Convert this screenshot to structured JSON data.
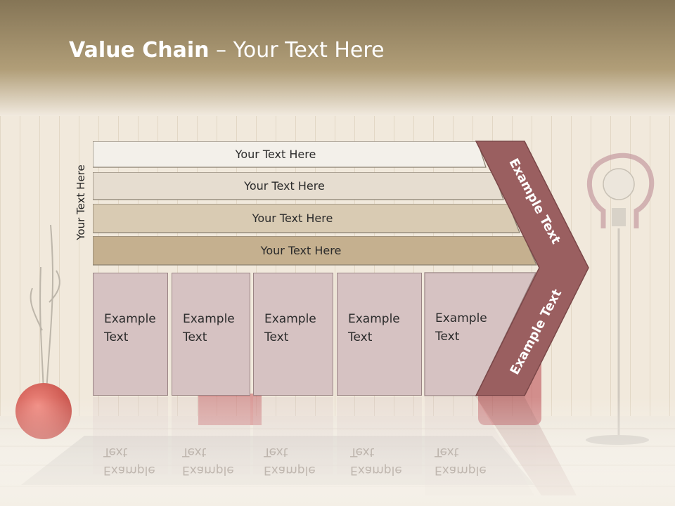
{
  "slide": {
    "title_bold": "Value Chain",
    "title_rest": " – Your Text Here",
    "vertical_label": "Your Text Here"
  },
  "bars": [
    {
      "label": "Your Text Here",
      "color": "#f3f0ea"
    },
    {
      "label": "Your Text Here",
      "color": "#e6ddd0"
    },
    {
      "label": "Your Text Here",
      "color": "#d9cbb3"
    },
    {
      "label": "Your Text Here",
      "color": "#c5b08f"
    }
  ],
  "cards": [
    {
      "label": "Example\nText"
    },
    {
      "label": "Example\nText"
    },
    {
      "label": "Example\nText"
    },
    {
      "label": "Example\nText"
    },
    {
      "label": "Example\nText"
    }
  ],
  "arrow": {
    "upper_label": "Example Text",
    "lower_label": "Example Text",
    "color": "#9a5f60"
  },
  "colors": {
    "header": "#a8946c",
    "wall": "#f1e9dc",
    "card": "#d6c2c2"
  }
}
